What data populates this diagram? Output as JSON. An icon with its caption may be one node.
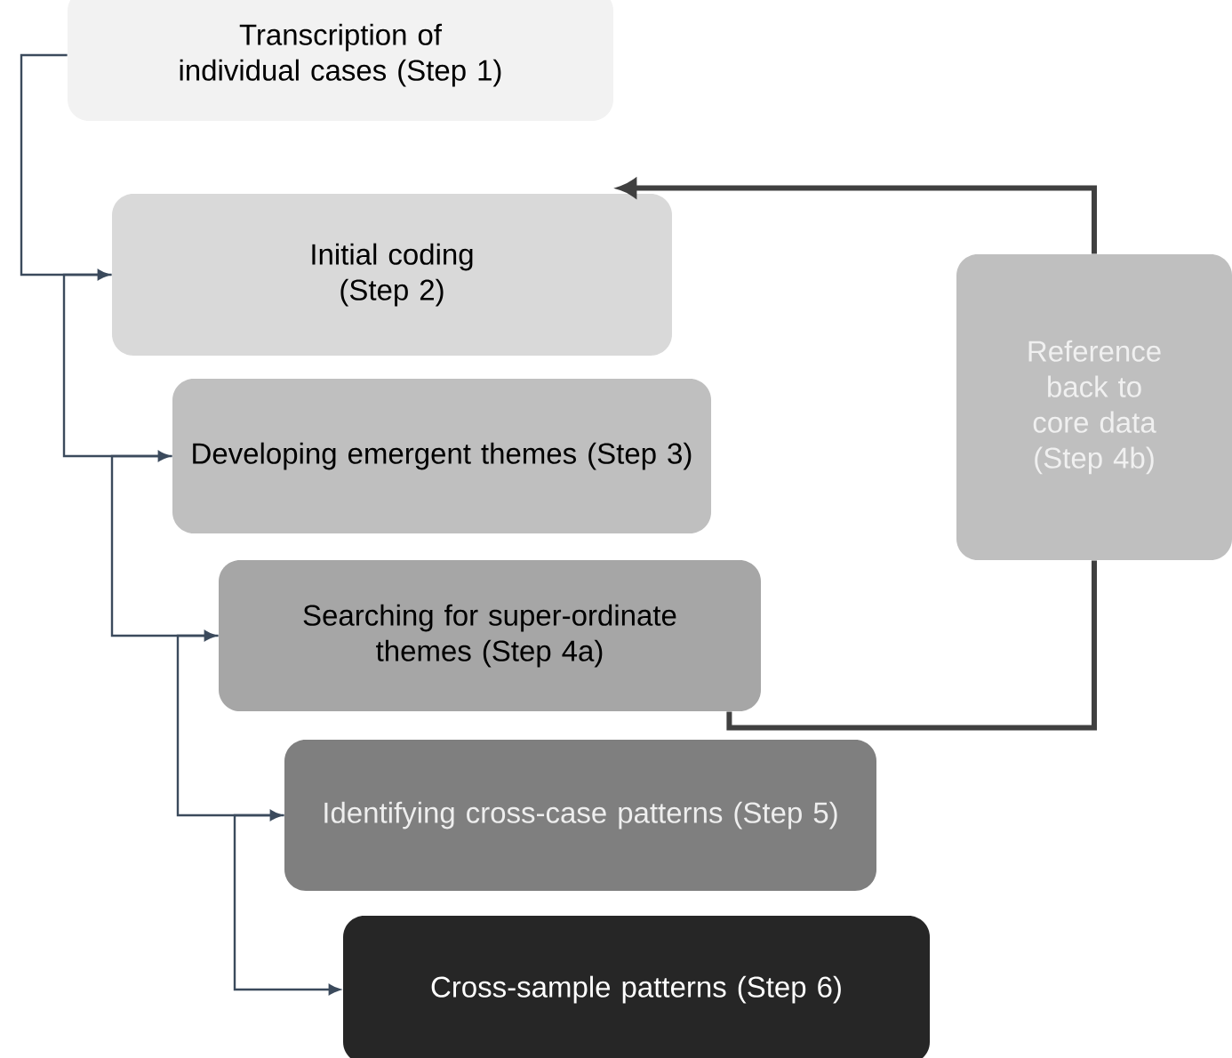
{
  "diagram": {
    "nodes": [
      {
        "text": [
          "Transcription of individual cases (Step 1)"
        ]
      },
      {
        "text": [
          "Initial coding (Step 2)"
        ]
      },
      {
        "text": [
          "Developing emergent themes (Step 3)"
        ]
      },
      {
        "text": [
          "Searching for super-ordinate themes (Step 4a)"
        ]
      },
      {
        "text": [
          "Identifying cross-case patterns (Step 5)"
        ]
      },
      {
        "text": [
          "Cross-sample patterns (Step 6)"
        ]
      },
      {
        "text": [
          "Reference back to core data (Step 4b)"
        ]
      }
    ],
    "edges": [
      {
        "from": 0,
        "to": 1,
        "arrow": "to"
      },
      {
        "from": 1,
        "to": 2,
        "arrow": "to"
      },
      {
        "from": 2,
        "to": 3,
        "arrow": "to"
      },
      {
        "from": 3,
        "to": 4,
        "arrow": "to"
      },
      {
        "from": 4,
        "to": 5,
        "arrow": "to"
      },
      {
        "from": 3,
        "to": 6,
        "arrow": "none",
        "style": "thick",
        "color": "#404040"
      },
      {
        "from": 6,
        "to": 1,
        "arrow": "to",
        "style": "thick",
        "color": "#404040"
      }
    ]
  }
}
